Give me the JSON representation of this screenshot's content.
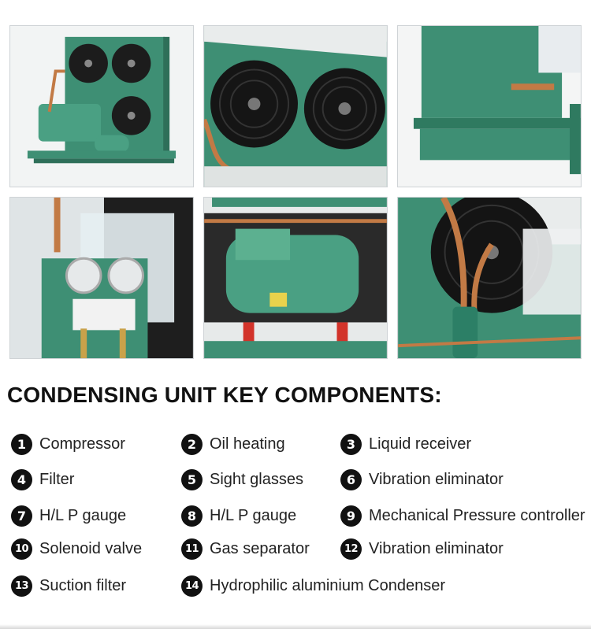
{
  "heading": "CONDENSING UNIT KEY COMPONENTS:",
  "colors": {
    "unit_green": "#3e8f74",
    "copper": "#c27a45",
    "text": "#111111"
  },
  "photos": [
    {
      "subject": "full condensing unit"
    },
    {
      "subject": "condenser fans"
    },
    {
      "subject": "cabinet base"
    },
    {
      "subject": "pressure controller and gauges"
    },
    {
      "subject": "compressor"
    },
    {
      "subject": "liquid receiver and fan"
    }
  ],
  "components": [
    {
      "num": "1",
      "label": "Compressor"
    },
    {
      "num": "2",
      "label": "Oil heating"
    },
    {
      "num": "3",
      "label": "Liquid receiver"
    },
    {
      "num": "4",
      "label": "Filter"
    },
    {
      "num": "5",
      "label": "Sight glasses"
    },
    {
      "num": "6",
      "label": "Vibration eliminator"
    },
    {
      "num": "7",
      "label": "H/L P gauge"
    },
    {
      "num": "8",
      "label": "H/L P gauge"
    },
    {
      "num": "9",
      "label": "Mechanical Pressure controller"
    },
    {
      "num": "10",
      "label": "Solenoid valve"
    },
    {
      "num": "11",
      "label": "Gas separator"
    },
    {
      "num": "12",
      "label": "Vibration eliminator"
    },
    {
      "num": "13",
      "label": "Suction filter"
    },
    {
      "num": "14",
      "label": "Hydrophilic aluminium Condenser"
    }
  ]
}
